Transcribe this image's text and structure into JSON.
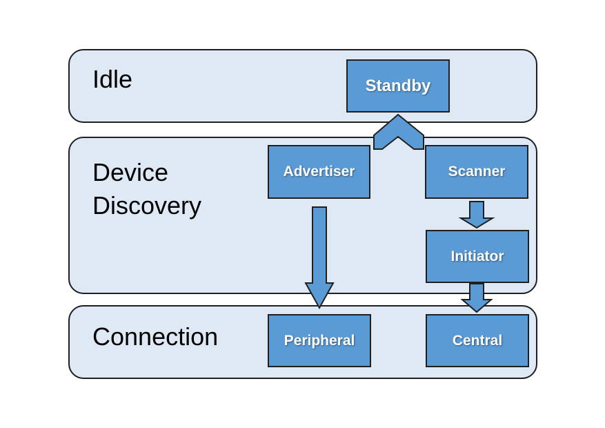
{
  "bands": {
    "idle": "Idle",
    "discovery_line1": "Device",
    "discovery_line2": "Discovery",
    "connection": "Connection"
  },
  "states": {
    "standby": "Standby",
    "advertiser": "Advertiser",
    "scanner": "Scanner",
    "initiator": "Initiator",
    "peripheral": "Peripheral",
    "central": "Central"
  },
  "colors": {
    "band_fill": "#dfe9f5",
    "state_fill": "#5b9bd5",
    "arrow_fill": "#5b9bd5",
    "outline": "#1f1f1f"
  }
}
